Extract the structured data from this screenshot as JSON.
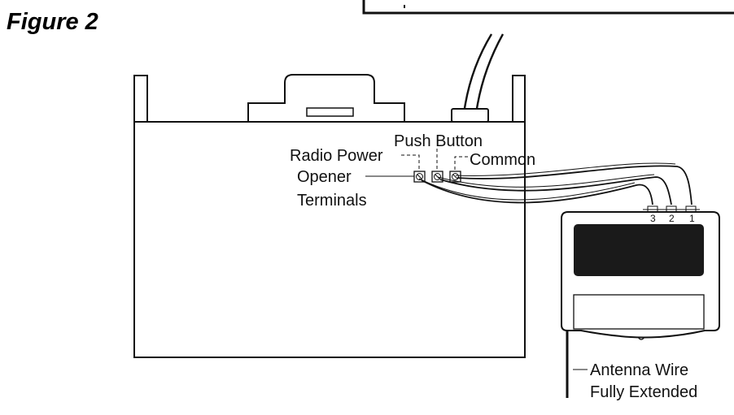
{
  "figure_title": "Figure 2",
  "labels": {
    "push_button": "Push Button",
    "radio_power": "Radio Power",
    "common": "Common",
    "opener": "Opener",
    "terminals": "Terminals",
    "antenna_line1": "Antenna Wire",
    "antenna_line2": "Fully Extended"
  },
  "receiver_terminals": [
    "3",
    "2",
    "1"
  ]
}
